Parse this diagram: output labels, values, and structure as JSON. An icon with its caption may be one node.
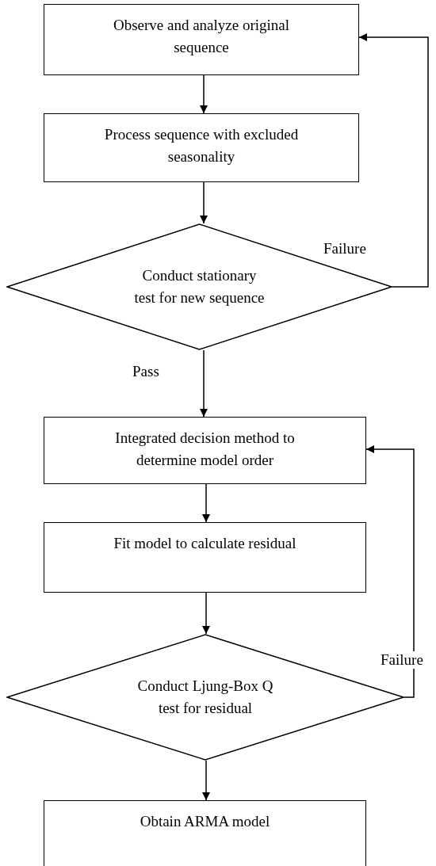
{
  "diagram": {
    "nodes": [
      {
        "text": [
          "Observe and analyze original sequence"
        ]
      },
      {
        "text": [
          "Process sequence with excluded seasonality"
        ]
      },
      {
        "text": [
          "Conduct stationary test for new sequence"
        ]
      },
      {
        "text": [
          "Integrated decision method to determine model order"
        ]
      },
      {
        "text": [
          "Fit model to calculate residual"
        ]
      },
      {
        "text": [
          "Conduct Ljung-Box Q test for residual"
        ]
      },
      {
        "text": [
          "Obtain ARMA model"
        ]
      }
    ],
    "edges": [
      {
        "from": 0,
        "to": 1,
        "arrow": "to"
      },
      {
        "from": 1,
        "to": 2,
        "arrow": "to"
      },
      {
        "from": 2,
        "to": 3,
        "arrow": "to",
        "label": "Pass"
      },
      {
        "from": 2,
        "to": 0,
        "arrow": "to",
        "label": "Failure"
      },
      {
        "from": 3,
        "to": 4,
        "arrow": "to"
      },
      {
        "from": 4,
        "to": 5,
        "arrow": "to"
      },
      {
        "from": 5,
        "to": 3,
        "arrow": "to",
        "label": "Failure"
      },
      {
        "from": 5,
        "to": 6,
        "arrow": "to"
      }
    ]
  }
}
